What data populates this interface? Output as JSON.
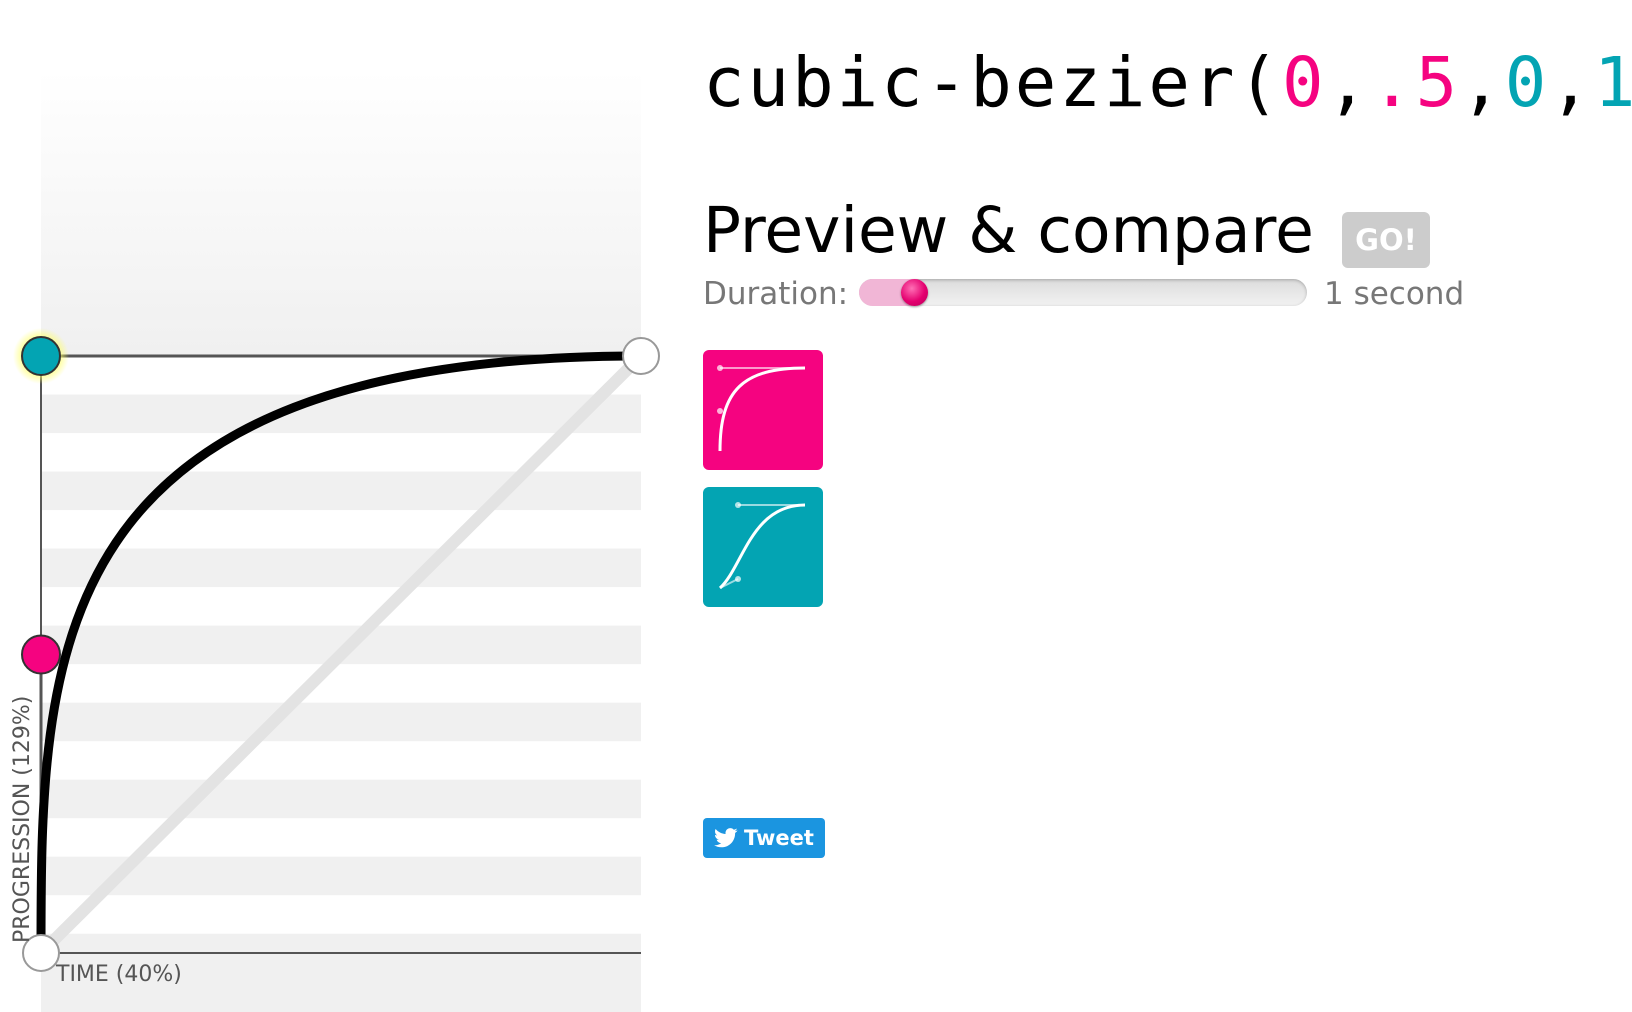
{
  "formula": {
    "prefix": "cubic-bezier(",
    "p1x": "0",
    "sep1": ",",
    "p1y": ".5",
    "sep2": ",",
    "p2x": "0",
    "sep3": ",",
    "p2y": "1",
    "suffix": ")"
  },
  "bezier": {
    "p1": [
      0,
      0.5
    ],
    "p2": [
      0,
      1
    ]
  },
  "axes": {
    "time_label": "TIME (40%)",
    "progression_label": "PROGRESSION (129%)"
  },
  "preview": {
    "title": "Preview & compare",
    "go_label": "GO!",
    "duration_label": "Duration:",
    "duration_value": "1 second",
    "duration_fraction": 0.1
  },
  "social": {
    "tweet_label": "Tweet"
  },
  "colors": {
    "p1": "#f50380",
    "p2": "#03a4b3",
    "tweet": "#1b95e0",
    "go": "#cccccc"
  },
  "icons": {
    "current_preview": "bezier-curve-icon",
    "compare_preview": "bezier-curve-icon",
    "tweet": "twitter-bird-icon"
  }
}
